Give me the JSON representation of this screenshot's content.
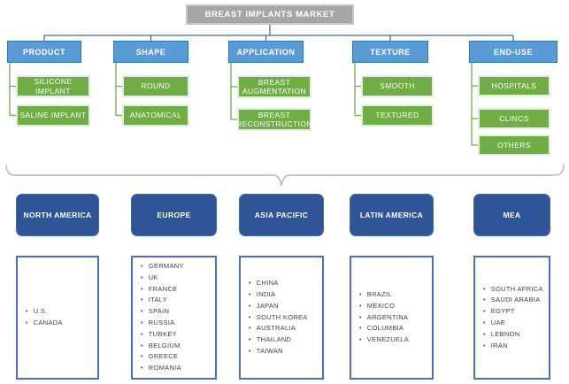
{
  "title": "BREAST IMPLANTS MARKET",
  "segments": [
    {
      "label": "PRODUCT",
      "children": [
        "SILICONE IMPLANT",
        "SALINE IMPLANT"
      ]
    },
    {
      "label": "SHAPE",
      "children": [
        "ROUND",
        "ANATOMICAL"
      ]
    },
    {
      "label": "APPLICATION",
      "children": [
        "BREAST AUGMENTATION",
        "BREAST RECONSTRUCTION"
      ]
    },
    {
      "label": "TEXTURE",
      "children": [
        "SMOOTH",
        "TEXTURED"
      ]
    },
    {
      "label": "END-USE",
      "children": [
        "HOSPITALS",
        "CLINCS",
        "OTHERS"
      ]
    }
  ],
  "regions": [
    {
      "label": "NORTH AMERICA",
      "countries": [
        "U.S.",
        "CANADA"
      ]
    },
    {
      "label": "EUROPE",
      "countries": [
        "GERMANY",
        "UK",
        "FRANCE",
        "ITALY",
        "SPAIN",
        "RUSSIA",
        "TURKEY",
        "BELGIUM",
        "GREECE",
        "ROMANIA"
      ]
    },
    {
      "label": "ASIA PACIFIC",
      "countries": [
        "CHINA",
        "INDIA",
        "JAPAN",
        "SOUTH KOREA",
        "AUSTRALIA",
        "THAILAND",
        "TAIWAN"
      ]
    },
    {
      "label": "LATIN AMERICA",
      "countries": [
        "BRAZIL",
        "MEXICO",
        "ARGENTINA",
        "COLUMBIA",
        "VENEZUELA"
      ]
    },
    {
      "label": "MEA",
      "countries": [
        "SOUTH AFRICA",
        "SAUDI ARABIA",
        "EGYPT",
        "UAE",
        "LEBNON",
        "IRAN"
      ]
    }
  ],
  "bullet_char": "•",
  "colors": {
    "title_gray": "#A6A6A6",
    "title_border": "#C6C6C6",
    "header_blue": "#5B9BD5",
    "header_border": "#2E75B6",
    "leaf_green": "#70AD47",
    "leaf_border": "#E4EBE4",
    "region_blue": "#2F5597",
    "region_border": "#3E68AC",
    "list_border": "#4472C4",
    "wire_blue": "#44699D",
    "wire_green": "#70AD47",
    "brace_gray": "#A9B6CE"
  }
}
